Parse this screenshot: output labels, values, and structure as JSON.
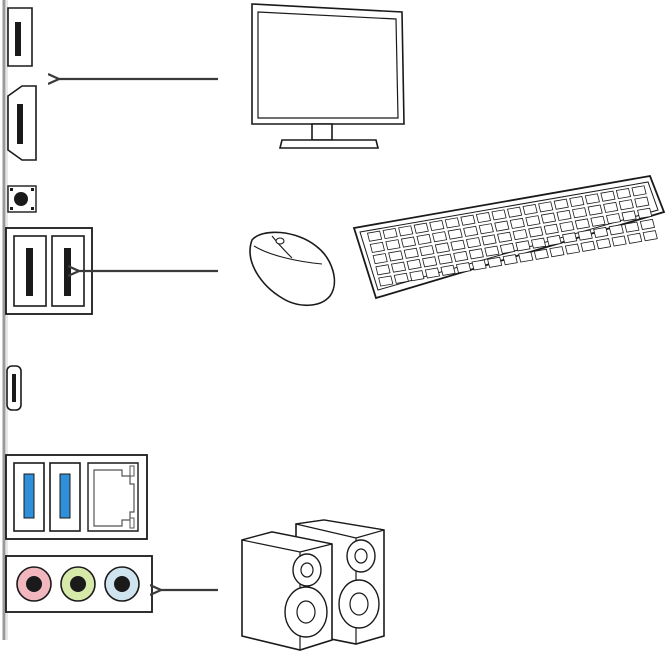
{
  "figure": {
    "subject": "motherboard-rear-io-connection-diagram",
    "colors": {
      "outline": "#1a1a1a",
      "panel_edge": "#9a9a9a",
      "arrow": "#3a3a3a",
      "usb3_blue": "#2f8fd8",
      "audio_pink": "#f2b6bf",
      "audio_green": "#d6e9a8",
      "audio_blue": "#cfe4ee"
    },
    "ports": [
      {
        "name": "hdmi-port",
        "icon": "hdmi-icon"
      },
      {
        "name": "displayport-port",
        "icon": "displayport-icon"
      },
      {
        "name": "clear-cmos-button",
        "icon": "button-icon"
      },
      {
        "name": "usb2-ports",
        "icon": "usb-icon"
      },
      {
        "name": "usb-c-port",
        "icon": "usb-c-icon"
      },
      {
        "name": "usb3-lan-ports",
        "icon": "usb3-icon"
      },
      {
        "name": "audio-jacks",
        "icon": "audio-jack-icon"
      }
    ],
    "devices": [
      {
        "name": "monitor",
        "icon": "monitor-icon"
      },
      {
        "name": "mouse",
        "icon": "mouse-icon"
      },
      {
        "name": "keyboard",
        "icon": "keyboard-icon"
      },
      {
        "name": "speakers",
        "icon": "speakers-icon"
      }
    ]
  }
}
